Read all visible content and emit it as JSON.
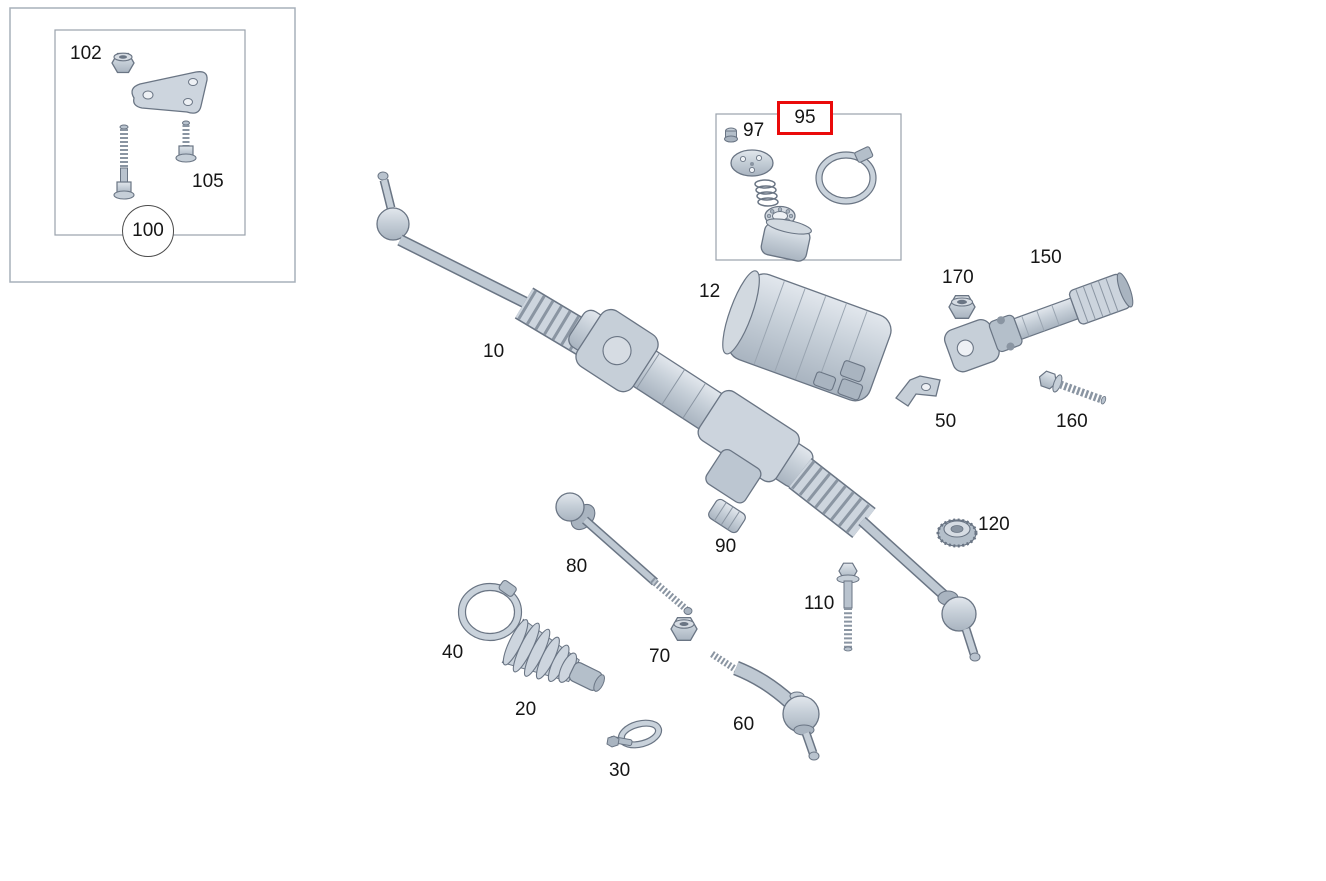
{
  "diagram": {
    "type": "exploded-parts-diagram",
    "background": "#ffffff",
    "highlight_color": "#ea0a0a",
    "highlighted_part": "95"
  },
  "labels": {
    "p10": "10",
    "p12": "12",
    "p20": "20",
    "p30": "30",
    "p40": "40",
    "p50": "50",
    "p60": "60",
    "p70": "70",
    "p80": "80",
    "p90": "90",
    "p95": "95",
    "p97": "97",
    "p100": "100",
    "p102": "102",
    "p105": "105",
    "p110": "110",
    "p120": "120",
    "p150": "150",
    "p160": "160",
    "p170": "170"
  }
}
